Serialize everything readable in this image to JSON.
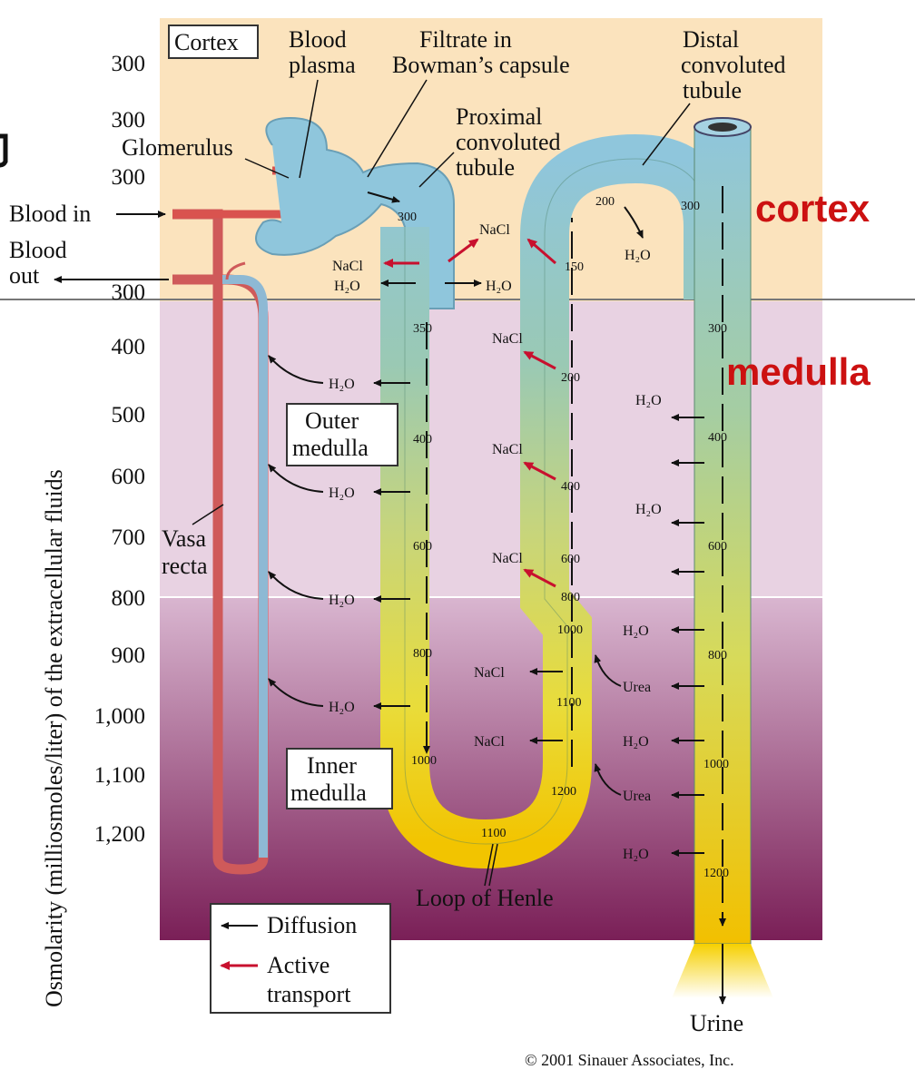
{
  "regions": {
    "cortex_box": "Cortex",
    "outer_medulla": [
      "Outer",
      "medulla"
    ],
    "inner_medulla": [
      "Inner",
      "medulla"
    ],
    "cortex_big": "cortex",
    "medulla_big": "medulla"
  },
  "y_axis": {
    "label": "Osmolarity (milliosmoles/liter) of the extracellular fluids",
    "ticks": [
      "300",
      "300",
      "300",
      "300",
      "400",
      "500",
      "600",
      "700",
      "800",
      "900",
      "1,000",
      "1,100",
      "1,200"
    ]
  },
  "labels": {
    "blood_plasma": [
      "Blood",
      "plasma"
    ],
    "filtrate": [
      "Filtrate in",
      "Bowman’s capsule"
    ],
    "distal": [
      "Distal",
      "convoluted",
      "tubule"
    ],
    "proximal": [
      "Proximal",
      "convoluted",
      "tubule"
    ],
    "glomerulus": "Glomerulus",
    "blood_in": "Blood in",
    "blood_out": [
      "Blood",
      "out"
    ],
    "vasa_recta": [
      "Vasa",
      "recta"
    ],
    "loop": "Loop of Henle",
    "urine": "Urine",
    "copyright": "© 2001 Sinauer Associates, Inc."
  },
  "molecules": {
    "nacl": "NaCl",
    "h2o": "H₂O",
    "urea": "Urea"
  },
  "tubule_values": {
    "proximal_top": "300",
    "descending": [
      "350",
      "400",
      "600",
      "800",
      "1000"
    ],
    "loop_bottom": "1100",
    "ascending_thin": [
      "1200",
      "1100",
      "1000"
    ],
    "ascending_thick": [
      "800",
      "600",
      "400",
      "200",
      "150"
    ],
    "distal_top": [
      "200",
      "300"
    ],
    "collecting": [
      "300",
      "400",
      "600",
      "800",
      "1000",
      "1200"
    ]
  },
  "legend": {
    "diffusion": "Diffusion",
    "active": [
      "Active",
      "transport"
    ]
  },
  "colors": {
    "cortex_bg": "#fbe3bd",
    "outer_medulla_bg": "#e8d2e2",
    "inner_medulla_top": "#d6b2cc",
    "inner_medulla_bottom": "#7a2058",
    "active_red": "#c8102e",
    "label_red": "#cc1111"
  }
}
